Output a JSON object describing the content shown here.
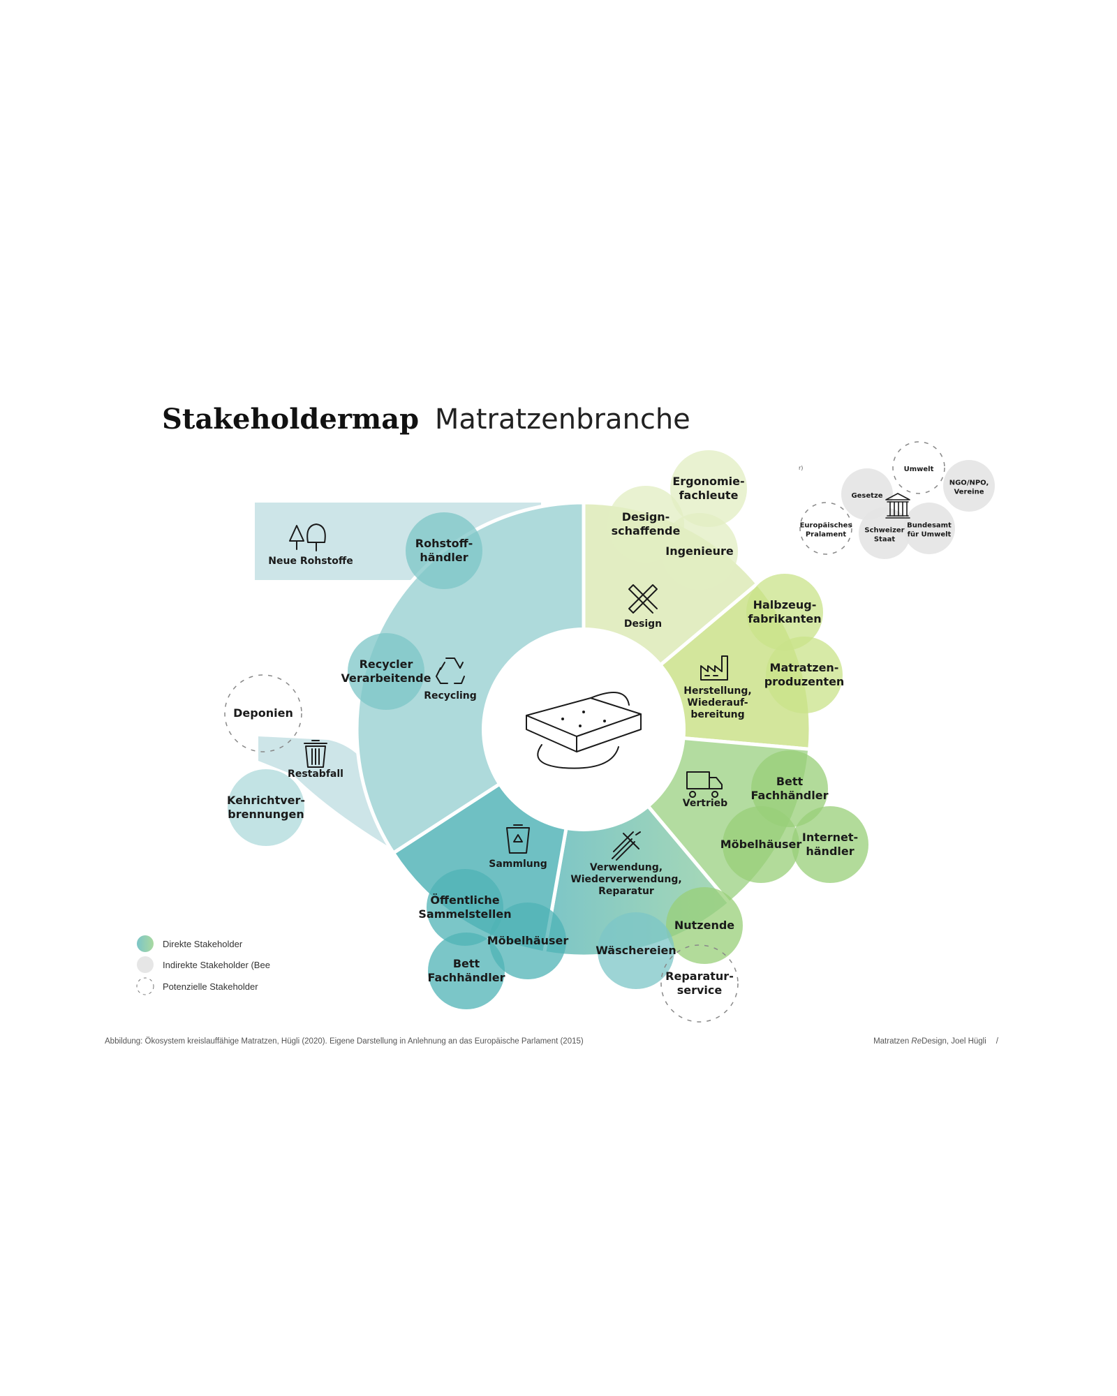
{
  "title": {
    "bold": "Stakeholdermap",
    "regular": "Matratzenbranche"
  },
  "segments": {
    "design": {
      "lines": [
        "Design"
      ],
      "icon": "ruler-pencil-icon"
    },
    "herstellung": {
      "lines": [
        "Herstellung,",
        "Wiederauf-",
        "bereitung"
      ],
      "icon": "factory-icon"
    },
    "vertrieb": {
      "lines": [
        "Vertrieb"
      ],
      "icon": "truck-icon"
    },
    "verwendung": {
      "lines": [
        "Verwendung,",
        "Wiederverwendung,",
        "Reparatur"
      ],
      "icon": "tools-icon"
    },
    "sammlung": {
      "lines": [
        "Sammlung"
      ],
      "icon": "recycle-bin-icon"
    },
    "recycling": {
      "lines": [
        "Recycling"
      ],
      "icon": "recycle-icon"
    },
    "neue_rohstoffe": {
      "lines": [
        "Neue Rohstoffe"
      ],
      "icon": "trees-icon"
    },
    "restabfall": {
      "lines": [
        "Restabfall"
      ],
      "icon": "trash-can-icon"
    }
  },
  "center": {
    "icon": "mattress-icon"
  },
  "stakeholders": [
    {
      "id": "ergonomie",
      "lines": [
        "Ergonomie-",
        "fachleute"
      ],
      "type": "direct"
    },
    {
      "id": "designschaffende",
      "lines": [
        "Design-",
        "schaffende"
      ],
      "type": "direct"
    },
    {
      "id": "ingenieure",
      "lines": [
        "Ingenieure"
      ],
      "type": "direct"
    },
    {
      "id": "halbzeug",
      "lines": [
        "Halbzeug-",
        "fabrikanten"
      ],
      "type": "direct"
    },
    {
      "id": "matratzenproduzenten",
      "lines": [
        "Matratzen-",
        "produzenten"
      ],
      "type": "direct"
    },
    {
      "id": "bett-vertrieb",
      "lines": [
        "Bett",
        "Fachhändler"
      ],
      "type": "direct"
    },
    {
      "id": "moebel-vertrieb",
      "lines": [
        "Möbelhäuser"
      ],
      "type": "direct"
    },
    {
      "id": "internet",
      "lines": [
        "Internet-",
        "händler"
      ],
      "type": "direct"
    },
    {
      "id": "nutzende",
      "lines": [
        "Nutzende"
      ],
      "type": "direct"
    },
    {
      "id": "waeschereien",
      "lines": [
        "Wäschereien"
      ],
      "type": "direct"
    },
    {
      "id": "reparatur",
      "lines": [
        "Reparatur-",
        "service"
      ],
      "type": "potential"
    },
    {
      "id": "sammelstellen",
      "lines": [
        "Öffentliche",
        "Sammelstellen"
      ],
      "type": "direct"
    },
    {
      "id": "moebel-sammlung",
      "lines": [
        "Möbelhäuser"
      ],
      "type": "direct"
    },
    {
      "id": "bett-sammlung",
      "lines": [
        "Bett",
        "Fachhändler"
      ],
      "type": "direct"
    },
    {
      "id": "recycler",
      "lines": [
        "Recycler",
        "Verarbeitende"
      ],
      "type": "direct"
    },
    {
      "id": "rohstoffhaendler",
      "lines": [
        "Rohstoff-",
        "händler"
      ],
      "type": "direct"
    },
    {
      "id": "deponien",
      "lines": [
        "Deponien"
      ],
      "type": "potential"
    },
    {
      "id": "kehricht",
      "lines": [
        "Kehrichtver-",
        "brennungen"
      ],
      "type": "indirect-light"
    }
  ],
  "indirect": [
    {
      "id": "umwelt",
      "lines": [
        "Umwelt"
      ],
      "type": "potential"
    },
    {
      "id": "ngo",
      "lines": [
        "NGO/NPO,",
        "Vereine"
      ],
      "type": "indirect"
    },
    {
      "id": "gesetze",
      "lines": [
        "Gesetze"
      ],
      "type": "indirect"
    },
    {
      "id": "eu",
      "lines": [
        "Europäisches",
        "Pralament"
      ],
      "type": "potential"
    },
    {
      "id": "staat",
      "lines": [
        "Schweizer",
        "Staat"
      ],
      "type": "indirect"
    },
    {
      "id": "bafu",
      "lines": [
        "Bundesamt",
        "für Umwelt"
      ],
      "type": "indirect"
    }
  ],
  "stray_text": "r)",
  "legend": [
    {
      "label": "Direkte Stakeholder"
    },
    {
      "label": "Indirekte Stakeholder (Bee"
    },
    {
      "label": "Potenzielle Stakeholder"
    }
  ],
  "footer": {
    "caption": "Abbildung: Ökosystem kreislauffähige Matratzen, Hügli (2020). Eigene Darstellung in Anlehnung an das Europäische Parlament (2015)",
    "credit_pre": "Matratzen ",
    "credit_italic": "Re",
    "credit_post": "Design, Joel Hügli",
    "slash": "/"
  },
  "colors": {
    "teal": "#7cc5c7",
    "teal_dark": "#4fb3b6",
    "teal_light": "#aedadb",
    "green": "#98cf78",
    "lime": "#c9e38a",
    "lime_light": "#e2edc2",
    "grey": "#e4e4e4"
  }
}
